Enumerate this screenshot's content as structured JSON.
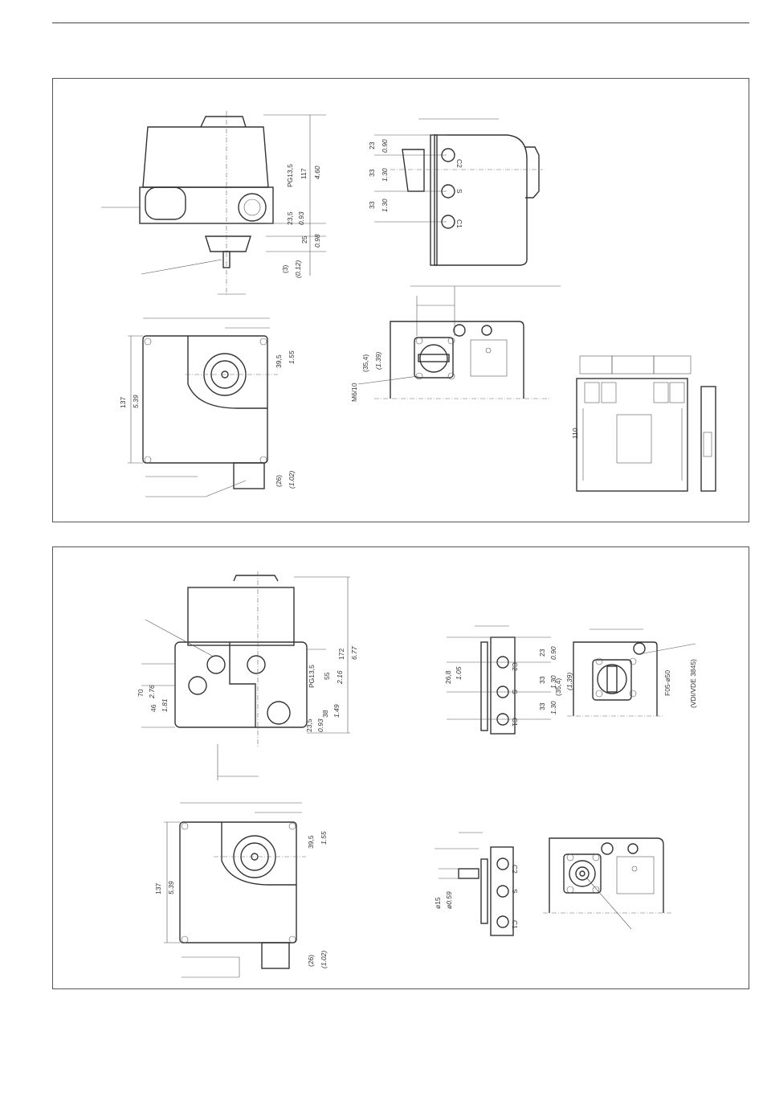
{
  "panel1": {
    "front_view": {
      "gland_label": "PG13,5",
      "height_mm": "117",
      "height_in": "4.60",
      "d1_mm": "23,5",
      "d1_in": "0.93",
      "d2_mm": "25",
      "d2_in": "0.98",
      "d3_mm": "(3)",
      "d3_in": "(0.12)"
    },
    "side_view": {
      "d_c2_mm": "23",
      "d_c2_in": "0.90",
      "d_s_mm": "33",
      "d_s_in": "1.30",
      "d_c1_mm": "33",
      "d_c1_in": "1.30",
      "label_c2": "C2",
      "label_s": "S",
      "label_c1": "C1"
    },
    "top_view": {
      "width_mm": "137",
      "width_in": "5.39",
      "off_mm": "39,5",
      "off_in": "1.55",
      "shaft_mm": "(26)",
      "shaft_in": "(1.02)"
    },
    "mount_view": {
      "pcd_mm": "(35,4)",
      "pcd_in": "(1.39)",
      "thread": "M6/10"
    },
    "board_view": {
      "height_mm": "110"
    }
  },
  "panel2": {
    "front_view": {
      "gland_label": "PG13,5",
      "height_mm": "172",
      "height_in": "6.77",
      "h70_mm": "70",
      "h70_in": "2.76",
      "h46_mm": "46",
      "h46_in": "1.81",
      "h55_mm": "55",
      "h55_in": "2.16",
      "h38_mm": "38",
      "h38_in": "1.49",
      "h23_mm": "23,5",
      "h23_in": "0.93"
    },
    "side_view": {
      "w_mm": "26,8",
      "w_in": "1.05",
      "d_c2_mm": "23",
      "d_c2_in": "0.90",
      "d_s_mm": "33",
      "d_s_in": "1.30",
      "d_c1_mm": "33",
      "d_c1_in": "1.30",
      "label_c2": "C2",
      "label_s": "S",
      "label_c1": "C1"
    },
    "flange_view": {
      "pcd_mm": "(35,4)",
      "pcd_in": "(1.39)",
      "flange": "F05-ø50",
      "standard": "(VDI/VDE 3845)"
    },
    "top_view": {
      "width_mm": "137",
      "width_in": "5.39",
      "off_mm": "39,5",
      "off_in": "1.55",
      "shaft_mm": "(26)",
      "shaft_in": "(1.02)"
    },
    "shaft_view": {
      "dia_mm": "ø15",
      "dia_in": "ø0.59",
      "label_c2": "C2",
      "label_s": "S",
      "label_c1": "C1"
    }
  }
}
